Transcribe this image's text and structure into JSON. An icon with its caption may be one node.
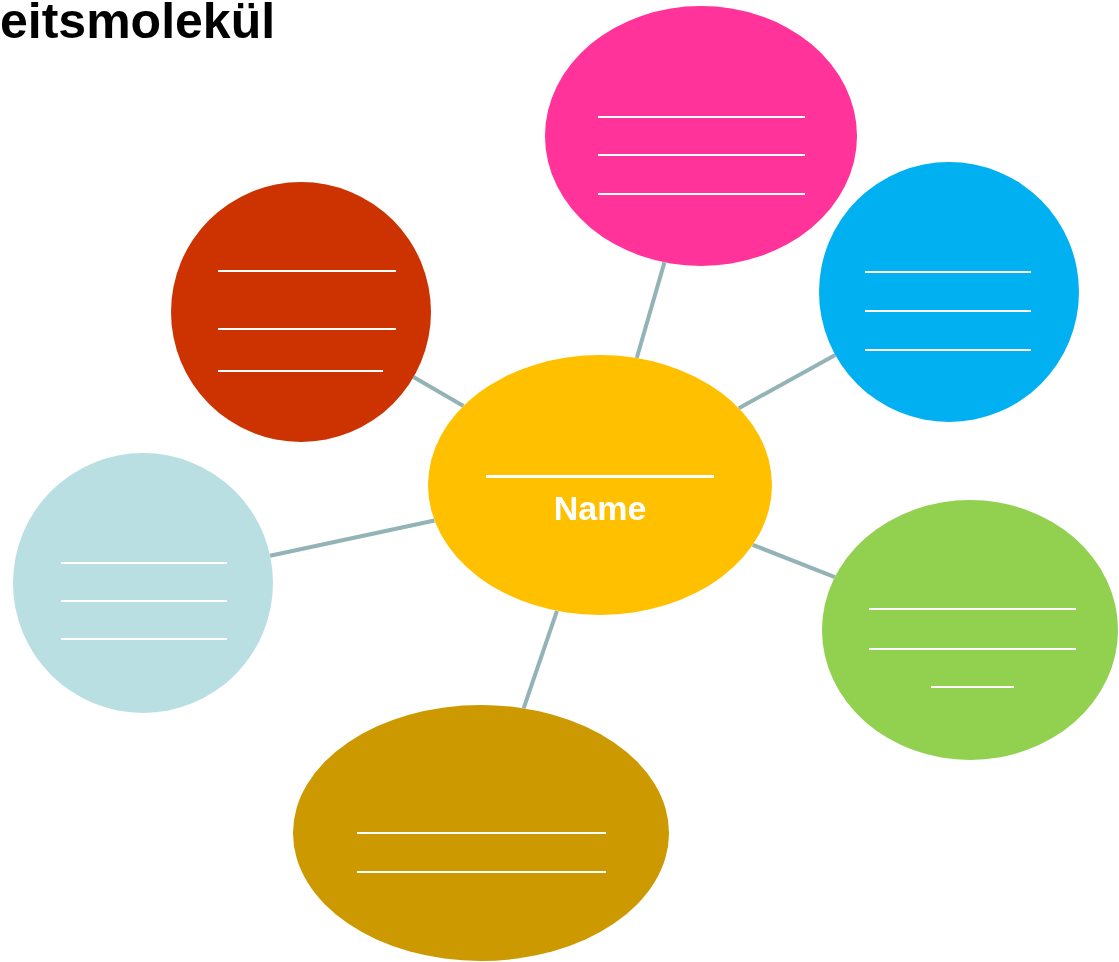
{
  "diagram": {
    "title": "eitsmolekül",
    "nodes": [
      {
        "text": [],
        "shape": "ellipse"
      },
      {
        "text": [],
        "shape": "circle"
      },
      {
        "text": [],
        "shape": "circle"
      },
      {
        "text": [
          "Name"
        ]
      },
      {
        "text": [],
        "shape": "circle"
      },
      {
        "text": [],
        "shape": "ellipse"
      },
      {
        "text": [],
        "shape": "ellipse"
      }
    ],
    "edges": [
      {
        "from": 3,
        "to": 0,
        "arrow": "none"
      },
      {
        "from": 3,
        "to": 1,
        "arrow": "none"
      },
      {
        "from": 3,
        "to": 2,
        "arrow": "none"
      },
      {
        "from": 3,
        "to": 4,
        "arrow": "none"
      },
      {
        "from": 3,
        "to": 5,
        "arrow": "none"
      },
      {
        "from": 3,
        "to": 6,
        "arrow": "none"
      }
    ]
  }
}
